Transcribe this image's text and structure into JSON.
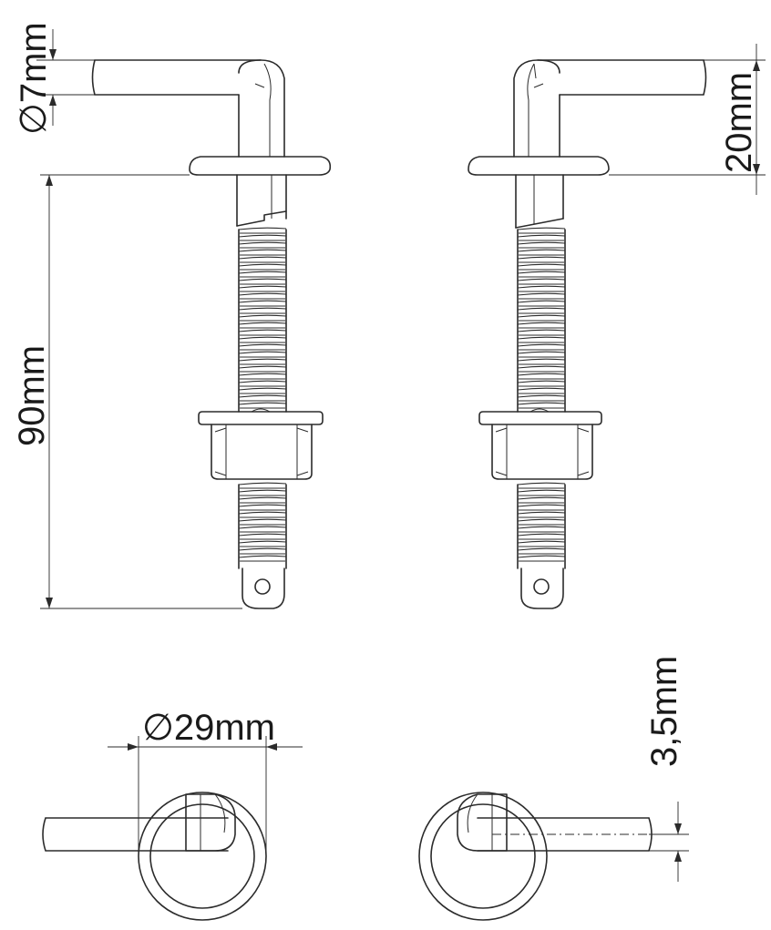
{
  "dimensions": {
    "pin_diameter": "7mm",
    "pin_height": "20mm",
    "bolt_length": "90mm",
    "flange_diameter": "29mm",
    "pin_offset": "3,5mm"
  },
  "symbols": {
    "diameter_prefix": "∅"
  },
  "colors": {
    "line": "#2b2b2b",
    "background": "#ffffff"
  }
}
